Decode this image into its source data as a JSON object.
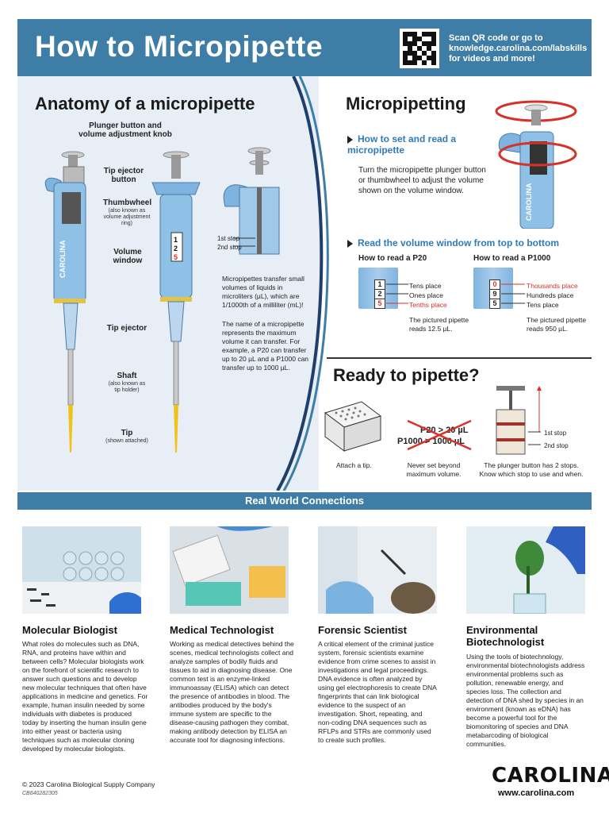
{
  "header": {
    "title": "How to Micropipette",
    "scan_text": "Scan QR code or go to knowledge.carolina.com/labskills for videos and more!"
  },
  "anatomy": {
    "title": "Anatomy of a micropipette",
    "plunger_label": "Plunger button and volume adjustment knob",
    "tip_ejector_button": "Tip ejector button",
    "thumbwheel": "Thumbwheel",
    "thumbwheel_sub": "(also known as volume adjustment ring)",
    "volume_window": "Volume window",
    "tip_ejector": "Tip ejector",
    "shaft": "Shaft",
    "shaft_sub": "(also known as tip holder)",
    "tip": "Tip",
    "tip_sub": "(shown attached)",
    "first_stop": "1st stop",
    "second_stop": "2nd stop",
    "brand": "CAROLINA",
    "window_digits": [
      "1",
      "2",
      "5"
    ],
    "note1": "Micropipettes transfer small volumes of liquids in microliters (µL), which are 1/1000th of a milliliter (mL)!",
    "note2": "The name of a micropipette represents the maximum volume it can transfer. For example, a P20 can transfer up to 20 µL and a P1000 can transfer up to 1000 µL."
  },
  "micropipetting": {
    "title": "Micropipetting",
    "set_read_heading": "How to set and read a micropipette",
    "set_read_text": "Turn the micropipette plunger button or thumbwheel to adjust the volume shown on the volume window.",
    "read_window_heading": "Read the volume window from top to bottom",
    "p20": {
      "heading": "How to read a P20",
      "digits": [
        "1",
        "2",
        "5"
      ],
      "rows": [
        "Tens place",
        "Ones place",
        "Tenths place"
      ],
      "reads": "The pictured pipette reads 12.5 µL."
    },
    "p1000": {
      "heading": "How to read a P1000",
      "digits": [
        "0",
        "9",
        "5"
      ],
      "rows": [
        "Thousands place",
        "Hundreds place",
        "Tens place"
      ],
      "reads": "The pictured pipette reads 950 µL."
    }
  },
  "ready": {
    "title": "Ready to pipette?",
    "attach": "Attach a tip.",
    "p20_limit": "P20 > 20 µL",
    "p1000_limit": "P1000 > 1000 µL",
    "never": "Never set beyond maximum volume.",
    "first_stop": "1st stop",
    "second_stop": "2nd stop",
    "stops_text": "The plunger button has 2 stops. Know which stop to use and when."
  },
  "band": {
    "label": "Real World Connections"
  },
  "careers": [
    {
      "title": "Molecular Biologist",
      "text": "What roles do molecules such as DNA, RNA, and proteins have within and between cells? Molecular biologists work on the forefront of scientific research to answer such questions and to develop new molecular techniques that often have applications in medicine and genetics. For example, human insulin needed by some individuals with diabetes is produced today by inserting the human insulin gene into either yeast or bacteria using techniques such as molecular cloning developed by molecular biologists."
    },
    {
      "title": "Medical Technologist",
      "text": "Working as medical detectives behind the scenes, medical technologists collect and analyze samples of bodily fluids and tissues to aid in diagnosing disease. One common test is an enzyme-linked immunoassay (ELISA) which can detect the presence of antibodies in blood. The antibodies produced by the body's immune system are specific to the disease-causing pathogen they combat, making antibody detection by ELISA an accurate tool for diagnosing infections."
    },
    {
      "title": "Forensic Scientist",
      "text": "A critical element of the criminal justice system, forensic scientists examine evidence from crime scenes to assist in investigations and legal proceedings. DNA evidence is often analyzed by using gel electrophoresis to create DNA fingerprints that can link biological evidence to the suspect of an investigation. Short, repeating, and non-coding DNA sequences such as RFLPs and STRs are commonly used to create such profiles."
    },
    {
      "title": "Environmental Biotechnologist",
      "text": "Using the tools of biotechnology, environmental biotechnologists address environmental problems such as pollution, renewable energy, and species loss. The collection and detection of DNA shed by species in an environment (known as eDNA) has become a powerful tool for the biomonitoring of species and DNA metabarcoding of biological communities."
    }
  ],
  "footer": {
    "copyright": "© 2023 Carolina Biological Supply Company",
    "code": "CB640282305",
    "logo": "CAROLINA",
    "url": "www.carolina.com"
  },
  "colors": {
    "header_blue": "#3e7ea6",
    "accent_blue": "#2f7ab8",
    "red": "#d6322b",
    "pipette_blue": "#7fb4e0",
    "tip_yellow": "#f2c21a"
  }
}
